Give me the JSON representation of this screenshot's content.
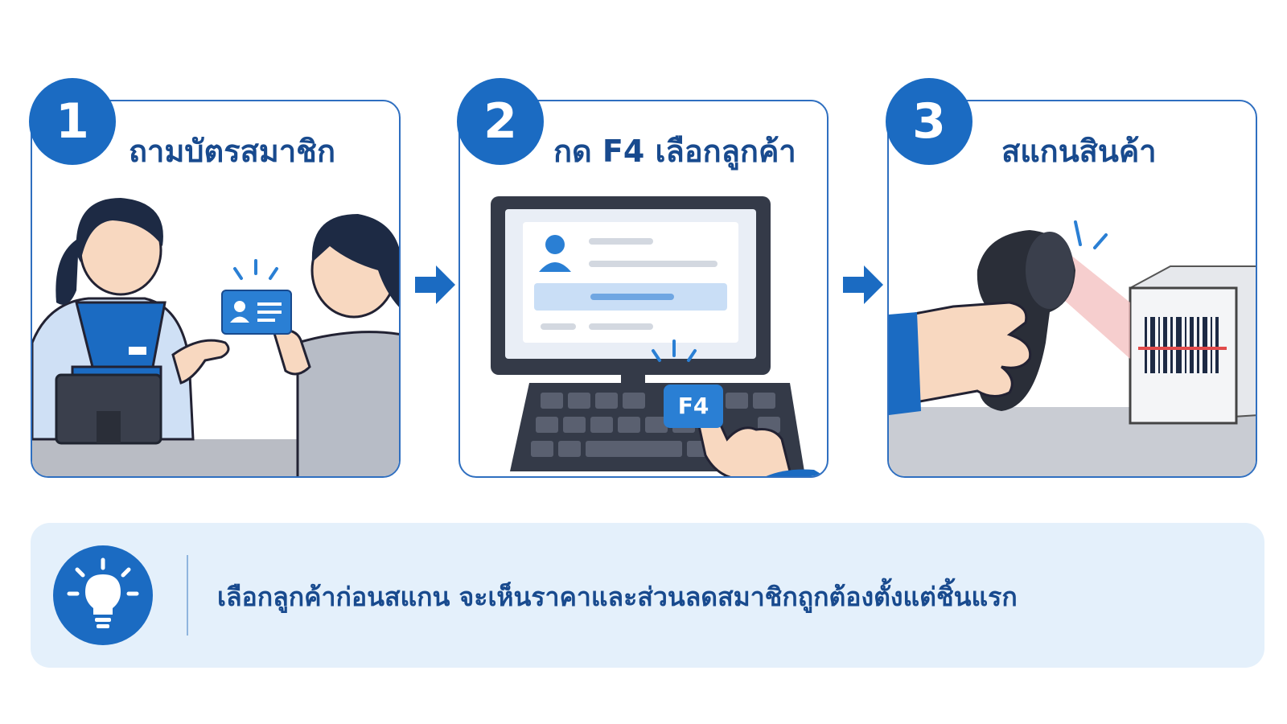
{
  "steps": [
    {
      "number": "1",
      "title": "ถามบัตรสมาชิก"
    },
    {
      "number": "2",
      "title": "กด F4 เลือกลูกค้า"
    },
    {
      "number": "3",
      "title": "สแกนสินค้า"
    }
  ],
  "keyboard": {
    "highlight_key": "F4"
  },
  "tip": {
    "icon": "lightbulb-icon",
    "text": "เลือกลูกค้าก่อนสแกน จะเห็นราคาและส่วนลดสมาชิกถูกต้องตั้งแต่ชิ้นแรก"
  },
  "colors": {
    "accent": "#1b6bc2",
    "title": "#184a8e",
    "tip_bg": "#e4f0fb",
    "border": "#2f6fc0"
  }
}
